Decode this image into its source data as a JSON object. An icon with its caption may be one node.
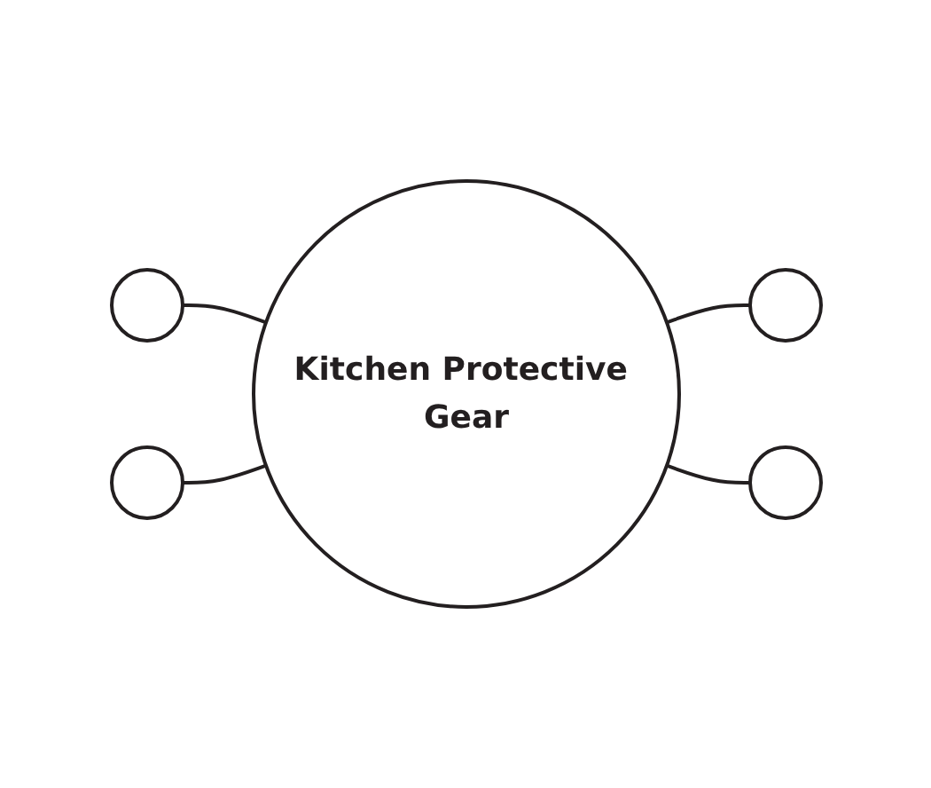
{
  "diagram": {
    "nodes": [
      {
        "text": [],
        "shape": "circle"
      },
      {
        "text": [],
        "shape": "circle"
      },
      {
        "text": [
          "Kitchen Protective Gear"
        ]
      },
      {
        "text": [],
        "shape": "circle"
      },
      {
        "text": [],
        "shape": "circle"
      }
    ],
    "edges": [
      {
        "from": 0,
        "to": 2,
        "arrow": "none"
      },
      {
        "from": 2,
        "to": 1,
        "arrow": "none"
      },
      {
        "from": 3,
        "to": 2,
        "arrow": "none"
      },
      {
        "from": 2,
        "to": 4,
        "arrow": "none"
      }
    ]
  }
}
